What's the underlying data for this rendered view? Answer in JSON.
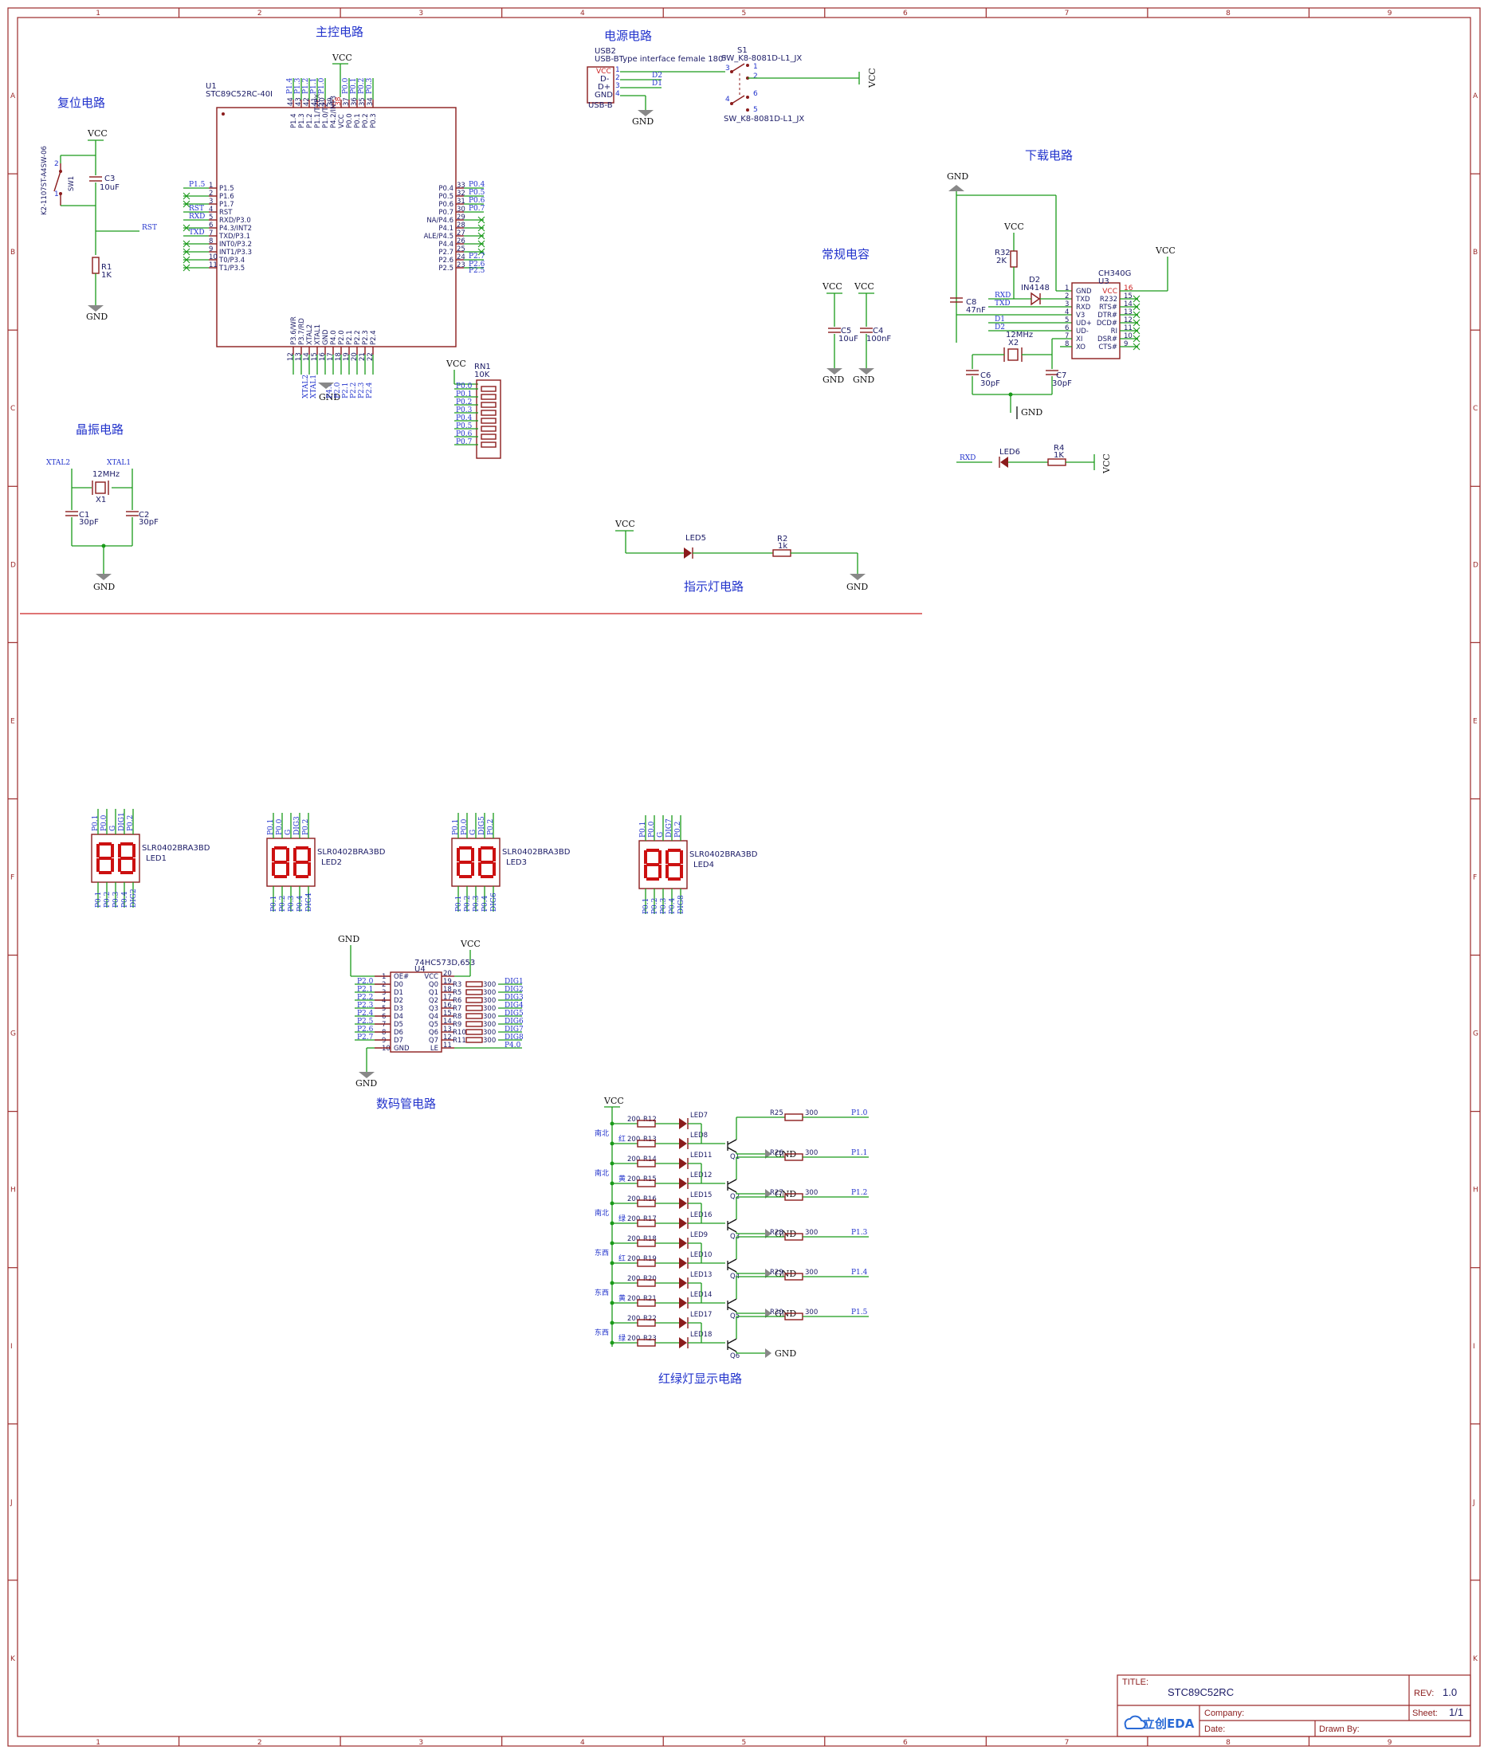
{
  "border": {
    "columns": [
      "1",
      "2",
      "3",
      "4",
      "5",
      "6",
      "7",
      "8",
      "9"
    ],
    "rows": [
      "A",
      "B",
      "C",
      "D",
      "E",
      "F",
      "G",
      "H",
      "I",
      "J",
      "K"
    ]
  },
  "sections": {
    "main_control": "主控电路",
    "power": "电源电路",
    "reset": "复位电路",
    "download": "下载电路",
    "capacitors": "常规电容",
    "crystal": "晶振电路",
    "indicator": "指示灯电路",
    "display": "数码管电路",
    "traffic": "红绿灯显示电路"
  },
  "power_nets": {
    "vcc": "VCC",
    "gnd": "GND"
  },
  "mcu": {
    "ref": "U1",
    "part": "STC89C52RC-40I",
    "left_pins": [
      {
        "num": "1",
        "name": "P1.5",
        "net": "P1.5"
      },
      {
        "num": "2",
        "name": "P1.6",
        "net": ""
      },
      {
        "num": "3",
        "name": "P1.7",
        "net": ""
      },
      {
        "num": "4",
        "name": "RST",
        "net": "RST"
      },
      {
        "num": "5",
        "name": "RXD/P3.0",
        "net": "RXD"
      },
      {
        "num": "6",
        "name": "P4.3/INT2",
        "net": ""
      },
      {
        "num": "7",
        "name": "TXD/P3.1",
        "net": "TXD"
      },
      {
        "num": "8",
        "name": "INT0/P3.2",
        "net": ""
      },
      {
        "num": "9",
        "name": "INT1/P3.3",
        "net": ""
      },
      {
        "num": "10",
        "name": "T0/P3.4",
        "net": ""
      },
      {
        "num": "11",
        "name": "T1/P3.5",
        "net": ""
      }
    ],
    "right_pins": [
      {
        "num": "33",
        "name": "P0.4",
        "net": "P0.4"
      },
      {
        "num": "32",
        "name": "P0.5",
        "net": "P0.5"
      },
      {
        "num": "31",
        "name": "P0.6",
        "net": "P0.6"
      },
      {
        "num": "30",
        "name": "P0.7",
        "net": "P0.7"
      },
      {
        "num": "29",
        "name": "NA/P4.6",
        "net": ""
      },
      {
        "num": "28",
        "name": "P4.1",
        "net": ""
      },
      {
        "num": "27",
        "name": "ALE/P4.5",
        "net": ""
      },
      {
        "num": "26",
        "name": "P4.4",
        "net": ""
      },
      {
        "num": "25",
        "name": "P2.7",
        "net": ""
      },
      {
        "num": "24",
        "name": "P2.6",
        "net": "P2.7"
      },
      {
        "num": "23",
        "name": "P2.5",
        "net": "P2.6"
      }
    ],
    "right_extra_net": "P2.5",
    "top_pins": [
      "P1.4",
      "P1.3",
      "P1.2",
      "P1.1/T2EX",
      "P1.0/T2",
      "P4.2/INT3",
      "VCC",
      "P0.0",
      "P0.1",
      "P0.2",
      "P0.3"
    ],
    "top_nums": [
      "44",
      "43",
      "42",
      "41",
      "40",
      "39",
      "38",
      "37",
      "36",
      "35",
      "34"
    ],
    "top_nets": [
      "P1.4",
      "P1.3",
      "P1.2",
      "P1.1",
      "P1.0",
      "",
      "",
      "P0.0",
      "P0.1",
      "P0.2",
      "P0.3"
    ],
    "bottom_pins": [
      "P3.6/WR",
      "P3.7/RD",
      "XTAL2",
      "XTAL1",
      "GND",
      "P4.0",
      "P2.0",
      "P2.1",
      "P2.2",
      "P2.3",
      "P2.4"
    ],
    "bottom_nums": [
      "12",
      "13",
      "14",
      "15",
      "16",
      "17",
      "18",
      "19",
      "20",
      "21",
      "22"
    ],
    "bottom_nets": [
      "",
      "",
      "XTAL2",
      "XTAL1",
      "",
      "P4.0",
      "P2.0",
      "P2.1",
      "P2.2",
      "P2.3",
      "P2.4"
    ]
  },
  "rn1": {
    "ref": "RN1",
    "value": "10K",
    "nets": [
      "P0.0",
      "P0.1",
      "P0.2",
      "P0.3",
      "P0.4",
      "P0.5",
      "P0.6",
      "P0.7"
    ]
  },
  "usb": {
    "ref": "USB2",
    "desc": "USB-BType interface female 180°",
    "label": "USB-B",
    "pins": [
      "VCC",
      "D-",
      "D+",
      "GND"
    ],
    "nums": [
      "1",
      "2",
      "3",
      "4"
    ],
    "nets": [
      "D2",
      "D1"
    ]
  },
  "switch": {
    "ref": "S1",
    "part_top": "SW_K8-8081D-L1_JX",
    "part_bottom": "SW_K8-8081D-L1_JX",
    "pins": [
      "3",
      "1",
      "2",
      "6",
      "4",
      "5"
    ]
  },
  "reset": {
    "sw_ref": "SW1",
    "sw_part": "K2-1107ST-A4SW-06",
    "c_ref": "C3",
    "c_val": "10uF",
    "r_ref": "R1",
    "r_val": "1K",
    "net": "RST",
    "pins": [
      "2",
      "1"
    ]
  },
  "download": {
    "ic_ref": "U3",
    "ic_part": "CH340G",
    "left_pins": [
      "GND",
      "TXD",
      "RXD",
      "V3",
      "UD+",
      "UD-",
      "XI",
      "XO"
    ],
    "left_nums": [
      "1",
      "2",
      "3",
      "4",
      "5",
      "6",
      "7",
      "8"
    ],
    "right_pins": [
      "VCC",
      "R232",
      "RTS#",
      "DTR#",
      "DCD#",
      "RI",
      "DSR#",
      "CTS#"
    ],
    "right_nums": [
      "16",
      "15",
      "14",
      "13",
      "12",
      "11",
      "10",
      "9"
    ],
    "r32": {
      "ref": "R32",
      "val": "2K"
    },
    "d2": {
      "ref": "D2",
      "val": "IN4148"
    },
    "c8": {
      "ref": "C8",
      "val": "47nF"
    },
    "x2": {
      "ref": "X2",
      "val": "12MHz"
    },
    "c6": {
      "ref": "C6",
      "val": "30pF"
    },
    "c7": {
      "ref": "C7",
      "val": "30pF"
    },
    "nets": [
      "RXD",
      "TXD",
      "D1",
      "D2"
    ],
    "led6": {
      "ref": "LED6",
      "net": "RXD"
    },
    "r4": {
      "ref": "R4",
      "val": "1K"
    }
  },
  "caps": [
    {
      "ref": "C5",
      "val": "10uF"
    },
    {
      "ref": "C4",
      "val": "100nF"
    }
  ],
  "crystal": {
    "x_ref": "X1",
    "x_val": "12MHz",
    "c1": {
      "ref": "C1",
      "val": "30pF"
    },
    "c2": {
      "ref": "C2",
      "val": "30pF"
    },
    "nets": [
      "XTAL2",
      "XTAL1"
    ]
  },
  "indicator": {
    "led": "LED5",
    "r": "R2",
    "r_val": "1k"
  },
  "seven_seg": [
    {
      "ref": "LED1",
      "part": "SLR0402BRA3BD",
      "top_nets": [
        "P0.1",
        "P0.0",
        "G",
        "DIG1",
        "P0.2"
      ],
      "bot_nets": [
        "P0.1",
        "P0.2",
        "P0.3",
        "P0.4",
        "DIG2"
      ]
    },
    {
      "ref": "LED2",
      "part": "SLR0402BRA3BD",
      "top_nets": [
        "P0.1",
        "P0.0",
        "G",
        "DIG3",
        "P0.2"
      ],
      "bot_nets": [
        "P0.1",
        "P0.2",
        "P0.3",
        "P0.4",
        "DIG4"
      ]
    },
    {
      "ref": "LED3",
      "part": "SLR0402BRA3BD",
      "top_nets": [
        "P0.1",
        "P0.0",
        "G",
        "DIG5",
        "P0.2"
      ],
      "bot_nets": [
        "P0.1",
        "P0.2",
        "P0.3",
        "P0.4",
        "DIG6"
      ]
    },
    {
      "ref": "LED4",
      "part": "SLR0402BRA3BD",
      "top_nets": [
        "P0.1",
        "P0.0",
        "G",
        "DIG7",
        "P0.2"
      ],
      "bot_nets": [
        "P0.1",
        "P0.2",
        "P0.3",
        "P0.4",
        "DIG8"
      ]
    }
  ],
  "latch": {
    "ref": "U4",
    "part": "74HC573D,653",
    "left_pins": [
      "OE#",
      "D0",
      "D1",
      "D2",
      "D3",
      "D4",
      "D5",
      "D6",
      "D7",
      "GND"
    ],
    "left_nums": [
      "1",
      "2",
      "3",
      "4",
      "5",
      "6",
      "7",
      "8",
      "9",
      "10"
    ],
    "left_nets": [
      "",
      "P2.0",
      "P2.1",
      "P2.2",
      "P2.3",
      "P2.4",
      "P2.5",
      "P2.6",
      "P2.7",
      ""
    ],
    "right_pins": [
      "VCC",
      "Q0",
      "Q1",
      "Q2",
      "Q3",
      "Q4",
      "Q5",
      "Q6",
      "Q7",
      "LE"
    ],
    "right_nums": [
      "20",
      "19",
      "18",
      "17",
      "16",
      "15",
      "14",
      "13",
      "12",
      "11"
    ],
    "res_refs": [
      "R3",
      "R5",
      "R6",
      "R7",
      "R8",
      "R9",
      "R10",
      "R11"
    ],
    "res_val": "300",
    "out_nets": [
      "DIG1",
      "DIG2",
      "DIG3",
      "DIG4",
      "DIG5",
      "DIG6",
      "DIG7",
      "DIG8"
    ],
    "le_net": "P4.0"
  },
  "traffic": {
    "rows": [
      {
        "dir": "",
        "color": "",
        "r": "R12",
        "led": "LED7"
      },
      {
        "dir": "南北",
        "color": "红",
        "r": "R13",
        "led": "LED8"
      },
      {
        "dir": "",
        "color": "",
        "r": "R14",
        "led": "LED11"
      },
      {
        "dir": "南北",
        "color": "黄",
        "r": "R15",
        "led": "LED12"
      },
      {
        "dir": "",
        "color": "",
        "r": "R16",
        "led": "LED15"
      },
      {
        "dir": "南北",
        "color": "绿",
        "r": "R17",
        "led": "LED16"
      },
      {
        "dir": "",
        "color": "",
        "r": "R18",
        "led": "LED9"
      },
      {
        "dir": "东西",
        "color": "红",
        "r": "R19",
        "led": "LED10"
      },
      {
        "dir": "",
        "color": "",
        "r": "R20",
        "led": "LED13"
      },
      {
        "dir": "东西",
        "color": "黄",
        "r": "R21",
        "led": "LED14"
      },
      {
        "dir": "",
        "color": "",
        "r": "R22",
        "led": "LED17"
      },
      {
        "dir": "东西",
        "color": "绿",
        "r": "R23",
        "led": "LED18"
      }
    ],
    "r_val": "200",
    "transistors": [
      {
        "q": "Q1",
        "r": "R25",
        "net": "P1.0"
      },
      {
        "q": "Q2",
        "r": "R26",
        "net": "P1.1"
      },
      {
        "q": "Q3",
        "r": "R27",
        "net": "P1.2"
      },
      {
        "q": "Q4",
        "r": "R28",
        "net": "P1.3"
      },
      {
        "q": "Q5",
        "r": "R29",
        "net": "P1.4"
      },
      {
        "q": "Q6",
        "r": "R30",
        "net": "P1.5"
      }
    ],
    "base_r_val": "300"
  },
  "title_block": {
    "title_label": "TITLE:",
    "title": "STC89C52RC",
    "rev_label": "REV:",
    "rev": "1.0",
    "company_label": "Company:",
    "sheet_label": "Sheet:",
    "sheet": "1/1",
    "date_label": "Date:",
    "drawn_label": "Drawn By:",
    "logo": "立创EDA"
  }
}
